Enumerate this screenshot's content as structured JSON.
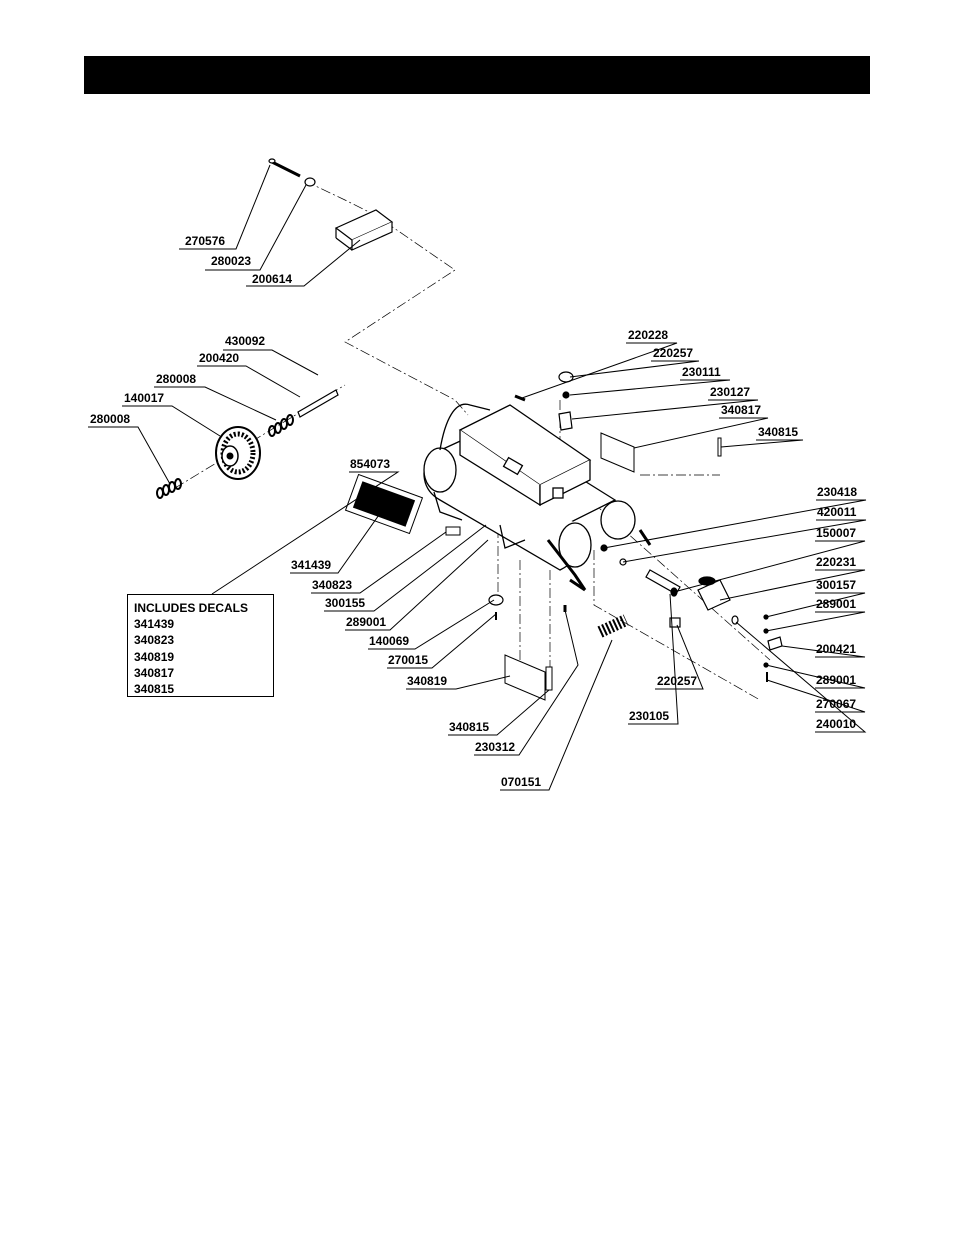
{
  "callouts": [
    {
      "id": "c1",
      "text": "270576"
    },
    {
      "id": "c2",
      "text": "280023"
    },
    {
      "id": "c3",
      "text": "200614"
    },
    {
      "id": "c4",
      "text": "430092"
    },
    {
      "id": "c5",
      "text": "200420"
    },
    {
      "id": "c6",
      "text": "280008"
    },
    {
      "id": "c7",
      "text": "140017"
    },
    {
      "id": "c8",
      "text": "280008"
    },
    {
      "id": "c9",
      "text": "854073"
    },
    {
      "id": "c10",
      "text": "341439"
    },
    {
      "id": "c11",
      "text": "340823"
    },
    {
      "id": "c12",
      "text": "300155"
    },
    {
      "id": "c13",
      "text": "289001"
    },
    {
      "id": "c14",
      "text": "140069"
    },
    {
      "id": "c15",
      "text": "270015"
    },
    {
      "id": "c16",
      "text": "340819"
    },
    {
      "id": "c17",
      "text": "340815"
    },
    {
      "id": "c18",
      "text": "230312"
    },
    {
      "id": "c19",
      "text": "070151"
    },
    {
      "id": "c20",
      "text": "220228"
    },
    {
      "id": "c21",
      "text": "220257"
    },
    {
      "id": "c22",
      "text": "230111"
    },
    {
      "id": "c23",
      "text": "230127"
    },
    {
      "id": "c24",
      "text": "340817"
    },
    {
      "id": "c25",
      "text": "340815"
    },
    {
      "id": "c26",
      "text": "230418"
    },
    {
      "id": "c27",
      "text": "420011"
    },
    {
      "id": "c28",
      "text": "150007"
    },
    {
      "id": "c29",
      "text": "220231"
    },
    {
      "id": "c30",
      "text": "300157"
    },
    {
      "id": "c31",
      "text": "289001"
    },
    {
      "id": "c32",
      "text": "200421"
    },
    {
      "id": "c33",
      "text": "289001"
    },
    {
      "id": "c34",
      "text": "270067"
    },
    {
      "id": "c35",
      "text": "240010"
    },
    {
      "id": "c36",
      "text": "220257"
    },
    {
      "id": "c37",
      "text": "230105"
    }
  ],
  "decal_box": {
    "title": "INCLUDES DECALS",
    "items": [
      "341439",
      "340823",
      "340819",
      "340817",
      "340815"
    ]
  }
}
